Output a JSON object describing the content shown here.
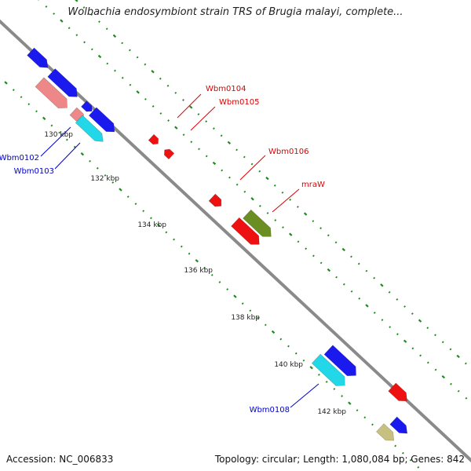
{
  "title": "Wolbachia endosymbiont strain TRS of Brugia malayi, complete...",
  "footer": {
    "accession": "Accession: NC_006833",
    "summary": "Topology: circular; Length: 1,080,084 bp; Genes: 842"
  },
  "colors": {
    "backbone": "#8a8a8a",
    "tick": "#1f8a1f",
    "label_red": "#dd0000",
    "label_blue": "#0000cc",
    "blue": "#1a1aee",
    "pink": "#ee8888",
    "cyan": "#22d8e8",
    "red": "#ee1111",
    "olive": "#6b8e23",
    "khaki": "#c8c080"
  },
  "position_labels": [
    "130 kbp",
    "132 kbp",
    "134 kbp",
    "136 kbp",
    "138 kbp",
    "140 kbp",
    "142 kbp"
  ],
  "gene_labels": [
    {
      "text": "Wbm0104",
      "color": "red"
    },
    {
      "text": "Wbm0105",
      "color": "red"
    },
    {
      "text": "Wbm0106",
      "color": "red"
    },
    {
      "text": "mraW",
      "color": "red"
    },
    {
      "text": "Wbm0102",
      "color": "blue"
    },
    {
      "text": "Wbm0103",
      "color": "blue"
    },
    {
      "text": "Wbm0108",
      "color": "blue"
    }
  ]
}
